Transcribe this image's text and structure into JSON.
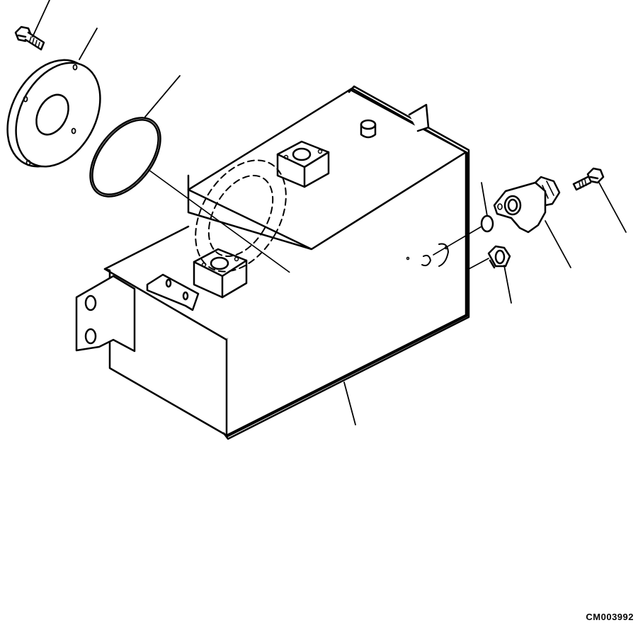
{
  "drawing": {
    "reference_code": "CM003992"
  },
  "parts": [
    {
      "id": "flange-bolt"
    },
    {
      "id": "cover-plate"
    },
    {
      "id": "o-ring-large"
    },
    {
      "id": "hydraulic-tank"
    },
    {
      "id": "o-ring-small"
    },
    {
      "id": "elbow-fitting"
    },
    {
      "id": "elbow-bolt"
    },
    {
      "id": "plug"
    }
  ]
}
